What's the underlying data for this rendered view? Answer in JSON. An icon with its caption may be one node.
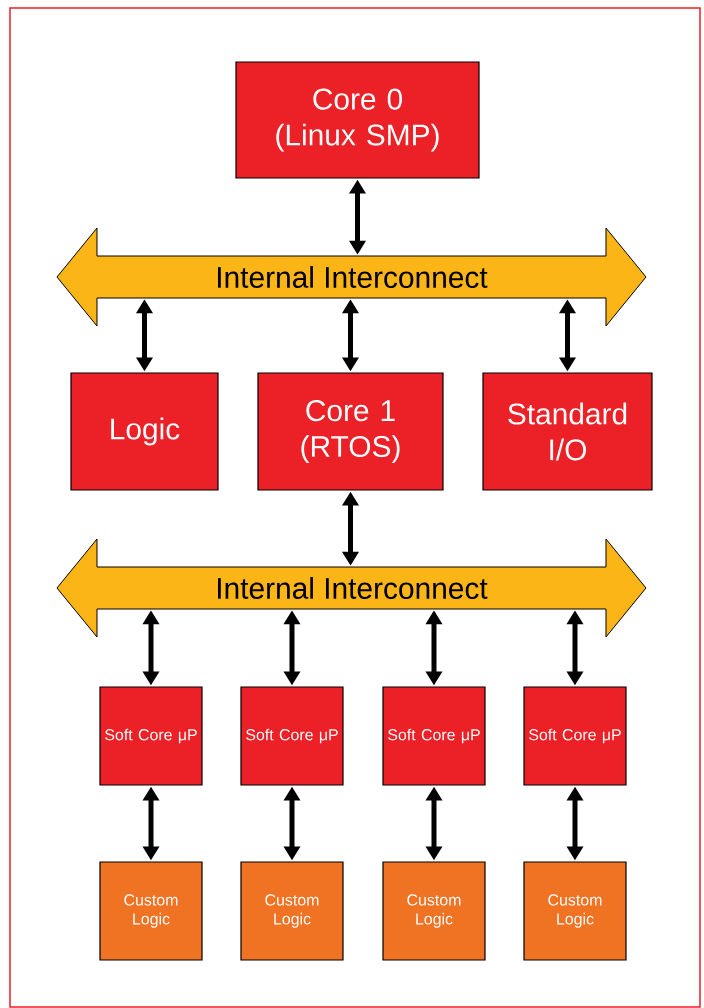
{
  "diagram": {
    "nodes": [
      {
        "text": [
          "Core 0 (Linux SMP)"
        ]
      },
      {
        "text": [
          "Internal Interconnect"
        ]
      },
      {
        "text": [
          "Logic"
        ]
      },
      {
        "text": [
          "Core 1 (RTOS)"
        ]
      },
      {
        "text": [
          "Standard I/O"
        ]
      },
      {
        "text": [
          "Internal Interconnect"
        ]
      },
      {
        "text": [
          "Soft Core μP"
        ]
      },
      {
        "text": [
          "Soft Core μP"
        ]
      },
      {
        "text": [
          "Soft Core μP"
        ]
      },
      {
        "text": [
          "Soft Core μP"
        ]
      },
      {
        "text": [
          "Custom Logic"
        ]
      },
      {
        "text": [
          "Custom Logic"
        ]
      },
      {
        "text": [
          "Custom Logic"
        ]
      },
      {
        "text": [
          "Custom Logic"
        ]
      }
    ],
    "edges": [
      {
        "from": 0,
        "to": 1,
        "arrow": "both"
      },
      {
        "from": 1,
        "to": 2,
        "arrow": "both"
      },
      {
        "from": 1,
        "to": 3,
        "arrow": "both"
      },
      {
        "from": 1,
        "to": 4,
        "arrow": "both"
      },
      {
        "from": 3,
        "to": 5,
        "arrow": "both"
      },
      {
        "from": 5,
        "to": 6,
        "arrow": "both"
      },
      {
        "from": 5,
        "to": 7,
        "arrow": "both"
      },
      {
        "from": 5,
        "to": 8,
        "arrow": "both"
      },
      {
        "from": 5,
        "to": 9,
        "arrow": "both"
      },
      {
        "from": 6,
        "to": 10,
        "arrow": "both"
      },
      {
        "from": 7,
        "to": 11,
        "arrow": "both"
      },
      {
        "from": 8,
        "to": 12,
        "arrow": "both"
      },
      {
        "from": 9,
        "to": 13,
        "arrow": "both"
      }
    ]
  }
}
